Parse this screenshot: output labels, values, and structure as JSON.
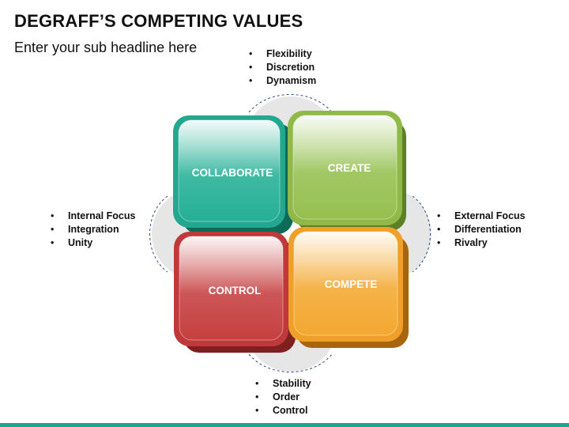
{
  "slide": {
    "title": "DEGRAFF’S COMPETING VALUES",
    "subtitle": "Enter your sub headline here"
  },
  "quadrants": {
    "collaborate": "COLLABORATE",
    "create": "CREATE",
    "control": "CONTROL",
    "compete": "COMPETE"
  },
  "lists": {
    "top": [
      "Flexibility",
      "Discretion",
      "Dynamism"
    ],
    "left": [
      "Internal Focus",
      "Integration",
      "Unity"
    ],
    "right": [
      "External Focus",
      "Differentiation",
      "Rivalry"
    ],
    "bottom": [
      "Stability",
      "Order",
      "Control"
    ]
  },
  "colors": {
    "collaborate": "#22a88e",
    "create": "#8fba4a",
    "control": "#c0393a",
    "compete": "#f0a028",
    "accent_bar": "#1aa58c",
    "backdrop": "#e6e6e6"
  }
}
